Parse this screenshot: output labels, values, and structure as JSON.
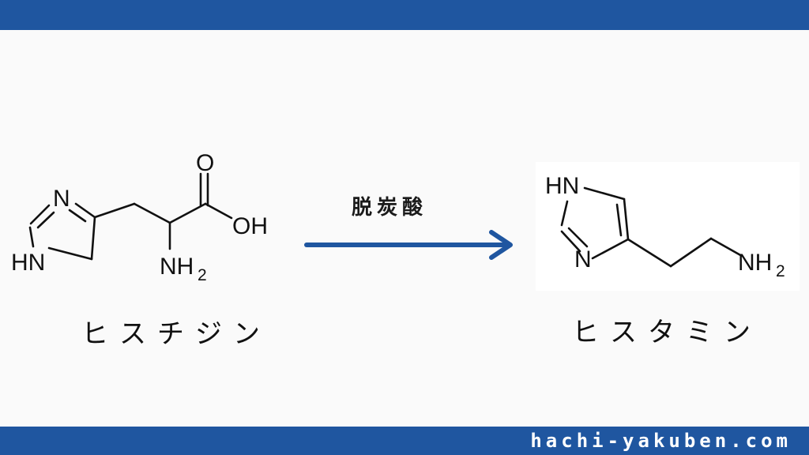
{
  "reaction": {
    "label": "脱炭酸",
    "arrow_color": "#1f56a0"
  },
  "reactant": {
    "name": "ヒスチジン",
    "atoms": {
      "ring_n_top": "N",
      "ring_nh": "HN",
      "carbonyl_o": "O",
      "hydroxyl": "OH",
      "amine": "NH",
      "amine_sub": "2"
    }
  },
  "product": {
    "name": "ヒスタミン",
    "atoms": {
      "ring_nh": "HN",
      "ring_n_bottom": "N",
      "amine": "NH",
      "amine_sub": "2"
    }
  },
  "footer": {
    "site": "hachi-yakuben.com"
  },
  "theme": {
    "band_color": "#1f56a0",
    "background": "#fafafa"
  }
}
